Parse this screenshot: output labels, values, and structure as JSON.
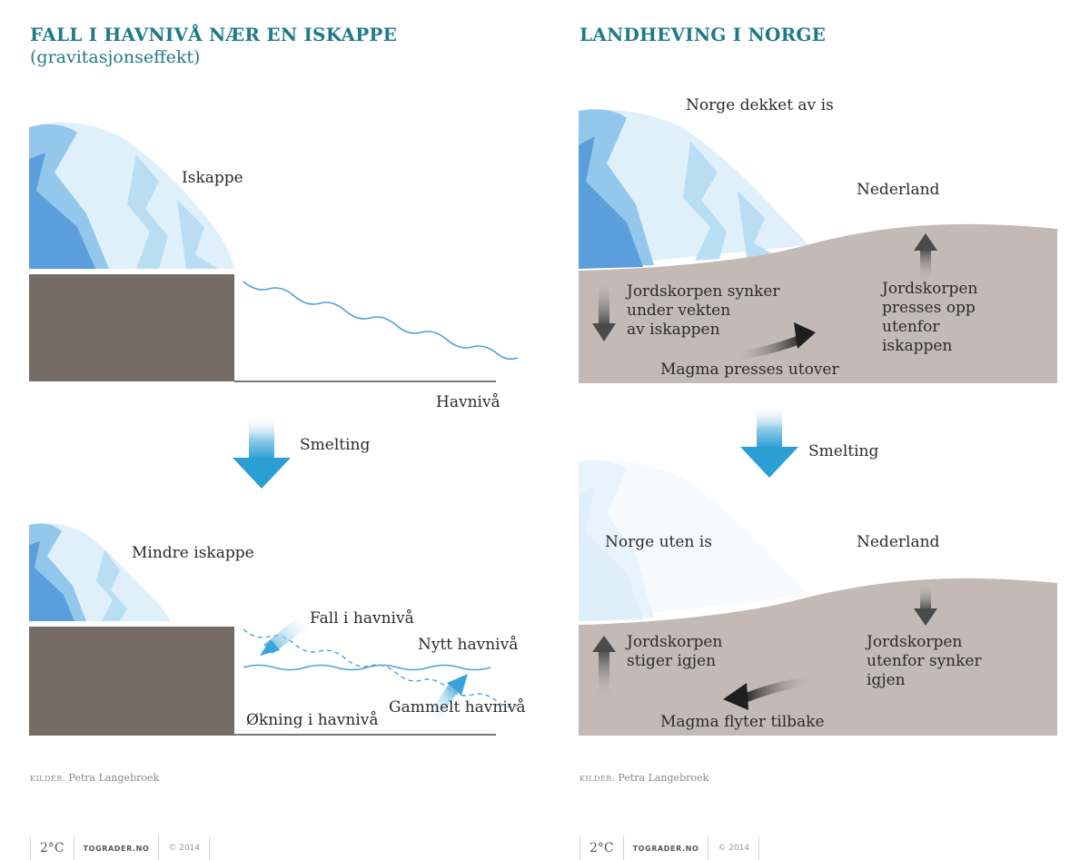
{
  "left": {
    "title": "FALL I HAVNIVÅ NÆR EN ISKAPPE",
    "subtitle": "(gravitasjonseffekt)",
    "labels": {
      "iskappe": "Iskappe",
      "havniva": "Havnivå",
      "smelting": "Smelting",
      "mindre_iskappe": "Mindre iskappe",
      "fall_i_havniva": "Fall i havnivå",
      "nytt_havniva": "Nytt havnivå",
      "gammelt_havniva": "Gammelt havnivå",
      "okning_i_havniva": "Økning i havnivå"
    },
    "source_caption": "KILDER:",
    "source_name": "Petra Langebroek"
  },
  "right": {
    "title": "LANDHEVING I NORGE",
    "labels": {
      "norge_dekket": "Norge dekket av is",
      "nederland_top": "Nederland",
      "synker_1": "Jordskorpen synker",
      "synker_2": "under vekten",
      "synker_3": "av iskappen",
      "presses_1": "Jordskorpen",
      "presses_2": "presses opp",
      "presses_3": "utenfor",
      "presses_4": "iskappen",
      "magma_utover": "Magma presses utover",
      "smelting": "Smelting",
      "norge_uten": "Norge uten is",
      "nederland_bottom": "Nederland",
      "stiger_1": "Jordskorpen",
      "stiger_2": "stiger igjen",
      "utenfor_1": "Jordskorpen",
      "utenfor_2": "utenfor synker",
      "utenfor_3": "igjen",
      "magma_tilbake": "Magma flyter tilbake"
    },
    "source_caption": "KILDER:",
    "source_name": "Petra Langebroek"
  },
  "footer": {
    "logo": "2°C",
    "site": "TOGRADER.NO",
    "copyright": "© 2014"
  },
  "colors": {
    "title": "#1f7a88",
    "bedrock": "#766c66",
    "crust": "#c3bab6",
    "water": "#4aa3d6",
    "ice_light": "#dff0fa",
    "ice_mid": "#93c8ec",
    "ice_dark": "#5a9fdc"
  }
}
